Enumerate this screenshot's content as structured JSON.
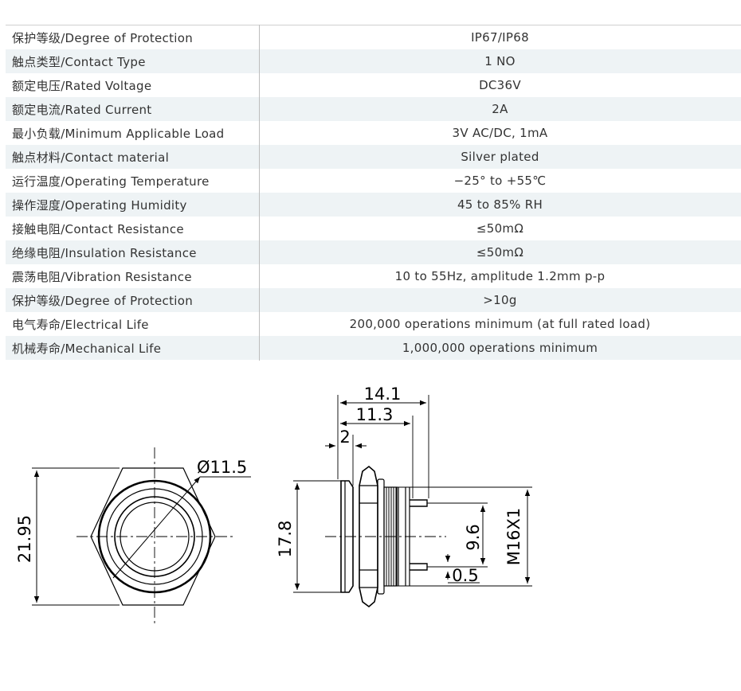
{
  "specs": {
    "rows": [
      {
        "label": "保护等级/Degree of Protection",
        "value": "IP67/IP68"
      },
      {
        "label": "触点类型/Contact Type",
        "value": "1 NO"
      },
      {
        "label": "额定电压/Rated Voltage",
        "value": "DC36V"
      },
      {
        "label": "额定电流/Rated Current",
        "value": "2A"
      },
      {
        "label": "最小负载/Minimum Applicable Load",
        "value": "3V AC/DC, 1mA"
      },
      {
        "label": "触点材料/Contact material",
        "value": "Silver plated"
      },
      {
        "label": "运行温度/Operating Temperature",
        "value": "−25°   to +55℃"
      },
      {
        "label": "操作湿度/Operating Humidity",
        "value": "45 to 85% RH"
      },
      {
        "label": "接触电阻/Contact Resistance",
        "value": "≤50mΩ"
      },
      {
        "label": "绝缘电阻/Insulation Resistance",
        "value": "≤50mΩ"
      },
      {
        "label": "震荡电阻/Vibration Resistance",
        "value": "10 to 55Hz, amplitude 1.2mm p-p"
      },
      {
        "label": "保护等级/Degree of Protection",
        "value": ">10g"
      },
      {
        "label": "电气寿命/Electrical Life",
        "value": "200,000 operations minimum (at full rated load)"
      },
      {
        "label": "机械寿命/Mechanical Life",
        "value": "1,000,000 operations minimum"
      }
    ]
  },
  "drawing": {
    "front": {
      "height_dim": "21.95",
      "diameter_dim": "Ø11.5"
    },
    "side": {
      "overall_length": "14.1",
      "thread_length": "11.3",
      "bezel": "2",
      "bezel_dia": "17.8",
      "terminal_span": "9.6",
      "terminal_thickness": "0.5",
      "thread": "M16X1"
    }
  }
}
